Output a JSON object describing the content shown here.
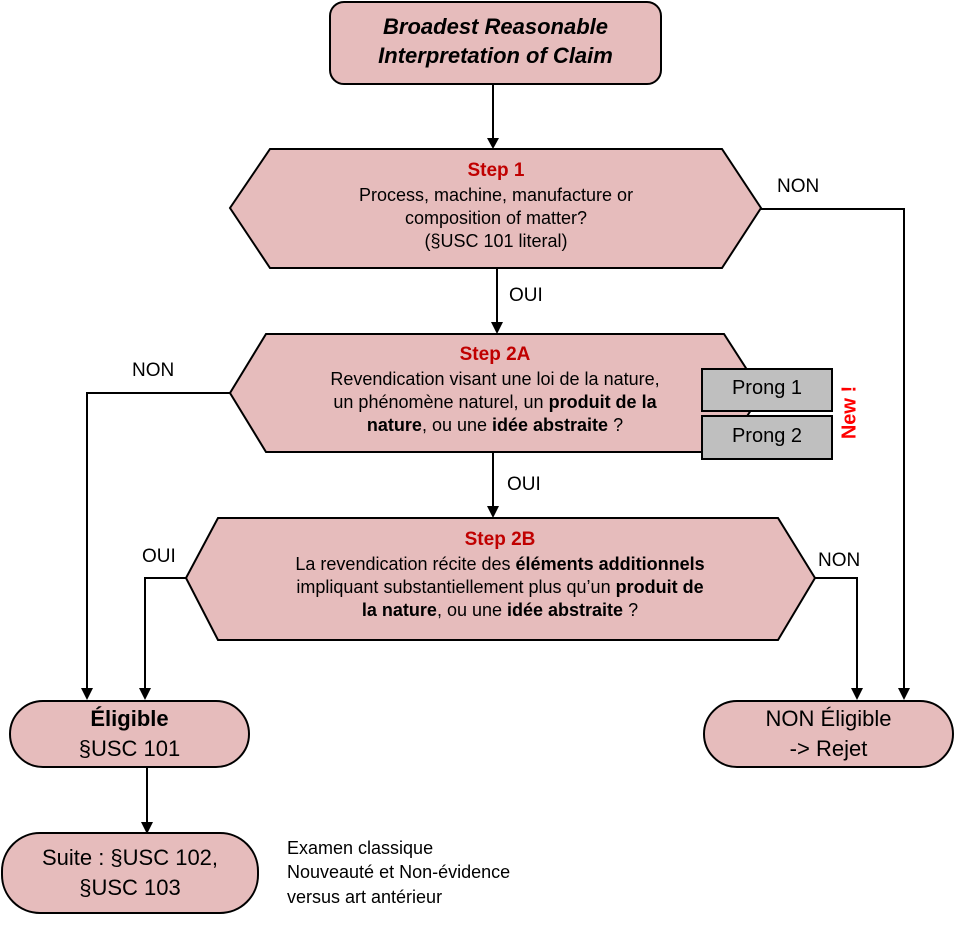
{
  "nodes": {
    "start": {
      "line1": "Broadest Reasonable",
      "line2": "Interpretation of Claim"
    },
    "step1": {
      "title": "Step 1",
      "line1": "Process, machine, manufacture or",
      "line2": "composition of matter?",
      "line3": "(§USC 101 literal)"
    },
    "step2a": {
      "title": "Step 2A",
      "line1": "Revendication visant une loi de la nature,",
      "line2_a": "un phénomène naturel, un ",
      "line2_b": "produit de la",
      "line3_a": "nature",
      "line3_b": ", ou une ",
      "line3_c": "idée abstraite",
      "line3_d": " ?"
    },
    "step2b": {
      "title": "Step 2B",
      "line1_a": "La revendication récite des ",
      "line1_b": "éléments additionnels",
      "line2_a": "impliquant substantiellement plus qu’un ",
      "line2_b": "produit de",
      "line3_a": "la nature",
      "line3_b": ", ou une ",
      "line3_c": "idée abstraite",
      "line3_d": " ?"
    },
    "eligible": {
      "line1": "Éligible",
      "line2": "§USC 101"
    },
    "not_eligible": {
      "line1": "NON Éligible",
      "line2": "-> Rejet"
    },
    "next": {
      "line1": "Suite : §USC 102,",
      "line2": "§USC 103"
    }
  },
  "prongs": [
    "Prong 1",
    "Prong 2"
  ],
  "new_badge": "New !",
  "edge_labels": {
    "step1_no": "NON",
    "step1_yes": "OUI",
    "step2a_no": "NON",
    "step2a_yes": "OUI",
    "step2b_yes": "OUI",
    "step2b_no": "NON"
  },
  "note": {
    "line1": "Examen classique",
    "line2": "Nouveauté et Non-évidence",
    "line3": "versus art antérieur"
  },
  "colors": {
    "node_fill": "#e6bcbc",
    "prong_fill": "#bfbfbf",
    "step_title": "#c00000",
    "new_badge": "#ff0000"
  }
}
